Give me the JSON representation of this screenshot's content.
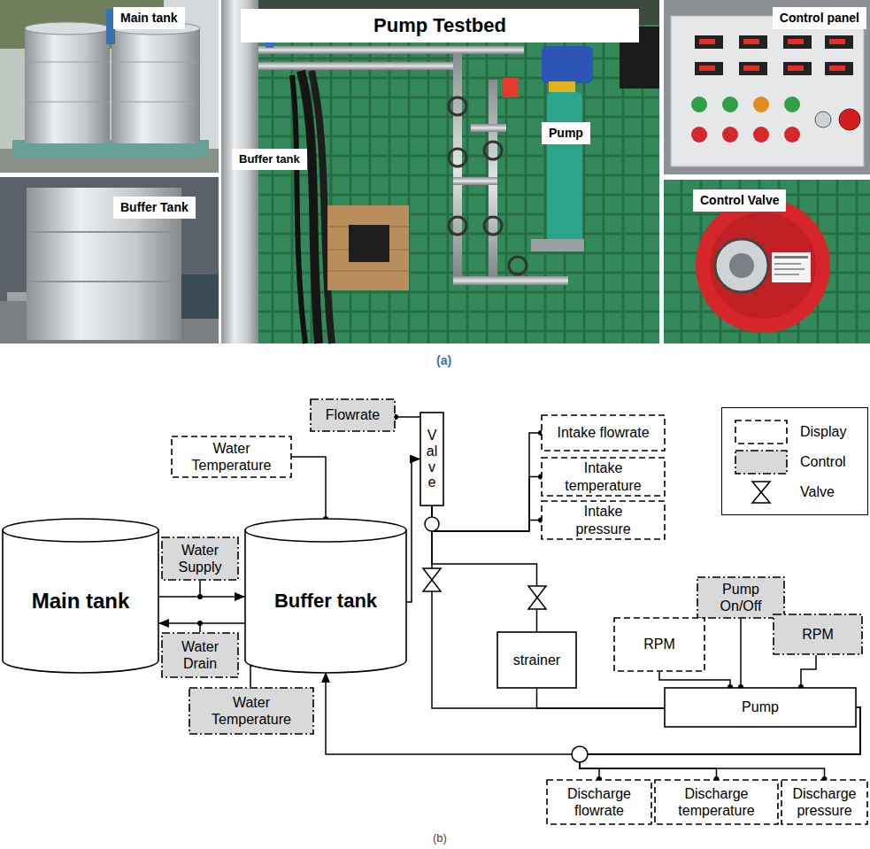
{
  "diagram": {
    "nodes": [
      {
        "text": [
          "Flowrate"
        ]
      },
      {
        "text": [
          "Valve"
        ]
      },
      {
        "text": [
          "Intake flowrate"
        ]
      },
      {
        "text": [
          "Water Temperature"
        ]
      },
      {
        "text": [
          "Intake temperature"
        ]
      },
      {
        "text": [
          "Intake pressure"
        ]
      },
      {
        "text": [
          "Main tank"
        ]
      },
      {
        "text": [
          "Water Supply"
        ]
      },
      {
        "text": [
          "Buffer tank"
        ]
      },
      {
        "text": [
          "Pump On/Off"
        ]
      },
      {
        "text": [
          "Water Drain"
        ]
      },
      {
        "text": [
          "RPM"
        ]
      },
      {
        "text": [
          "RPM"
        ]
      },
      {
        "text": [
          "strainer"
        ]
      },
      {
        "text": [
          "Pump"
        ]
      },
      {
        "text": [
          "Water Temperature"
        ]
      },
      {
        "text": [
          "Discharge flowrate"
        ]
      },
      {
        "text": [
          "Discharge temperature"
        ]
      },
      {
        "text": [
          "Discharge pressure"
        ]
      }
    ],
    "edges": [
      {
        "from": 0,
        "to": 1,
        "arrow": "none"
      },
      {
        "from": 3,
        "to": 8,
        "arrow": "none"
      },
      {
        "from": 8,
        "to": 1,
        "arrow": "to"
      },
      {
        "from": 1,
        "to": 2,
        "arrow": "none"
      },
      {
        "from": 1,
        "to": 4,
        "arrow": "none"
      },
      {
        "from": 1,
        "to": 5,
        "arrow": "none"
      },
      {
        "from": 6,
        "to": 8,
        "arrow": "to"
      },
      {
        "from": 8,
        "to": 6,
        "arrow": "to"
      },
      {
        "from": 15,
        "to": 8,
        "arrow": "none"
      },
      {
        "from": 1,
        "to": 13,
        "arrow": "none"
      },
      {
        "from": 1,
        "to": 14,
        "arrow": "none"
      },
      {
        "from": 13,
        "to": 14,
        "arrow": "none"
      },
      {
        "from": 11,
        "to": 14,
        "arrow": "none"
      },
      {
        "from": 9,
        "to": 14,
        "arrow": "none"
      },
      {
        "from": 12,
        "to": 14,
        "arrow": "none"
      },
      {
        "from": 14,
        "to": 8,
        "arrow": "to"
      },
      {
        "from": 14,
        "to": 16,
        "arrow": "none"
      },
      {
        "from": 14,
        "to": 17,
        "arrow": "none"
      },
      {
        "from": 14,
        "to": 18,
        "arrow": "none"
      }
    ],
    "labels": [
      "Main tank",
      "Buffer Tank",
      "Pump Testbed",
      "Buffer tank",
      "Pump",
      "Control panel",
      "Control Valve",
      "(a)",
      "(b)"
    ],
    "legend": [
      {
        "text": "Display"
      },
      {
        "text": "Control",
        "color": "#d9d9d9"
      },
      {
        "text": "Valve"
      }
    ]
  }
}
